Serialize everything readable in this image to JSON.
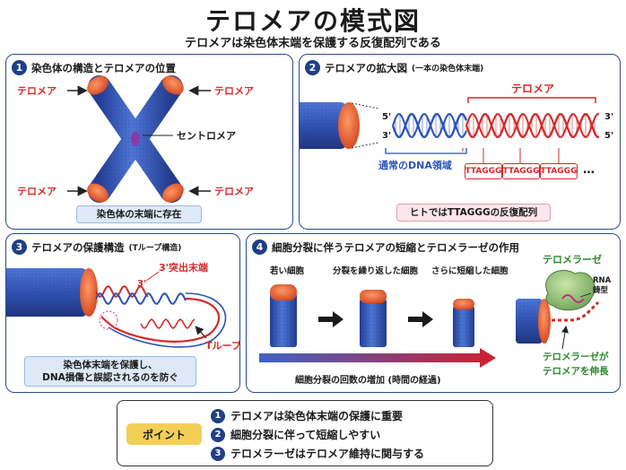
{
  "title": "テロメアの模式図",
  "subtitle": "テロメアは染色体末端を保護する反復配列である",
  "colors": {
    "chromosome": "#3a5fc4",
    "telomere": "#e8643a",
    "heading": "#1f3f86",
    "telomere_text": "#d42a2a",
    "enzyme_text": "#2a8a2a",
    "point_badge": "#f3cf56"
  },
  "panel1": {
    "num": "1",
    "heading": "染色体の構造とテロメアの位置",
    "labels": {
      "tl": "テロメア",
      "tr": "テロメア",
      "bl": "テロメア",
      "br": "テロメア",
      "centromere": "セントロメア"
    },
    "note": "染色体の末端に存在"
  },
  "panel2": {
    "num": "2",
    "heading": "テロメアの拡大図",
    "heading_sub": "(一本の染色体末端)",
    "telomere_label": "テロメア",
    "five_prime_left": "5'",
    "three_prime_left": "3'",
    "three_prime_right": "3'",
    "five_prime_right": "5'",
    "normal_region": "通常のDNA領域",
    "repeats": [
      "TTAGGG",
      "TTAGGG",
      "TTAGGG"
    ],
    "ellipsis": "…",
    "note": "ヒトではTTAGGGの反復配列"
  },
  "panel3": {
    "num": "3",
    "heading": "テロメアの保護構造",
    "heading_sub": "(Tループ構造)",
    "overhang_label": "3'突出末端",
    "three_prime": "3'",
    "tloop_label": "Tループ",
    "note_line1": "染色体末端を保護し、",
    "note_line2": "DNA損傷と誤認されるのを防ぐ"
  },
  "panel4": {
    "num": "4",
    "heading": "細胞分裂に伴うテロメアの短縮とテロメラーゼの作用",
    "stages": [
      "若い細胞",
      "分裂を繰り返した細胞",
      "さらに短縮した細胞"
    ],
    "arrow_label": "細胞分裂の回数の増加 (時間の経過)",
    "enzyme": "テロメラーゼ",
    "template_line1": "RNA",
    "template_line2": "鋳型",
    "caption_line1": "テロメラーゼが",
    "caption_line2": "テロメアを伸長"
  },
  "point": {
    "badge": "ポイント",
    "items": [
      {
        "num": "1",
        "text": "テロメアは染色体末端の保護に重要"
      },
      {
        "num": "2",
        "text": "細胞分裂に伴って短縮しやすい"
      },
      {
        "num": "3",
        "text": "テロメラーゼはテロメア維持に関与する"
      }
    ]
  }
}
